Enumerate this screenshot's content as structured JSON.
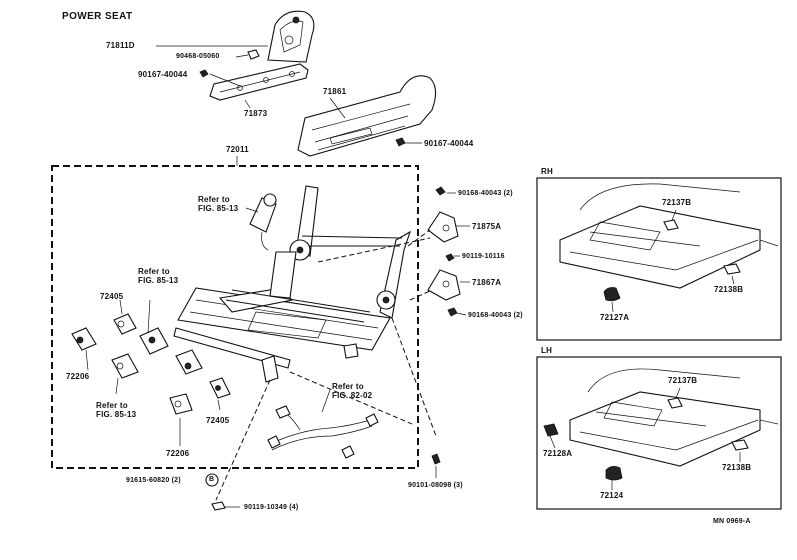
{
  "title": "POWER SEAT",
  "footer_code": "MN 0969-A",
  "panels": {
    "rh": "RH",
    "lh": "LH"
  },
  "callouts": {
    "p71811D": "71811D",
    "p90468": "90468-05060",
    "p90167a": "90167-40044",
    "p71873": "71873",
    "p71861": "71861",
    "p90167b": "90167-40044",
    "p72011": "72011",
    "p90168a": "90168-40043 (2)",
    "p71875A": "71875A",
    "p90119a": "90119-10116",
    "p71867A": "71867A",
    "p90168b": "90168-40043 (2)",
    "ref8513a": "Refer to\nFIG. 85-13",
    "ref8513b": "Refer to\nFIG. 85-13",
    "ref8513c": "Refer to\nFIG. 85-13",
    "ref8202": "Refer to\nFIG. 82-02",
    "p72405a": "72405",
    "p72206a": "72206",
    "p72405b": "72405",
    "p72206b": "72206",
    "p91615": "91615-60820 (2)",
    "p90119b": "90119-10349 (4)",
    "p90101": "90101-08098 (3)",
    "p72137B_rh": "72137B",
    "p72138B_rh": "72138B",
    "p72127A": "72127A",
    "p72137B_lh": "72137B",
    "p72128A": "72128A",
    "p72138B_lh": "72138B",
    "p72124": "72124"
  },
  "bubble": "B"
}
